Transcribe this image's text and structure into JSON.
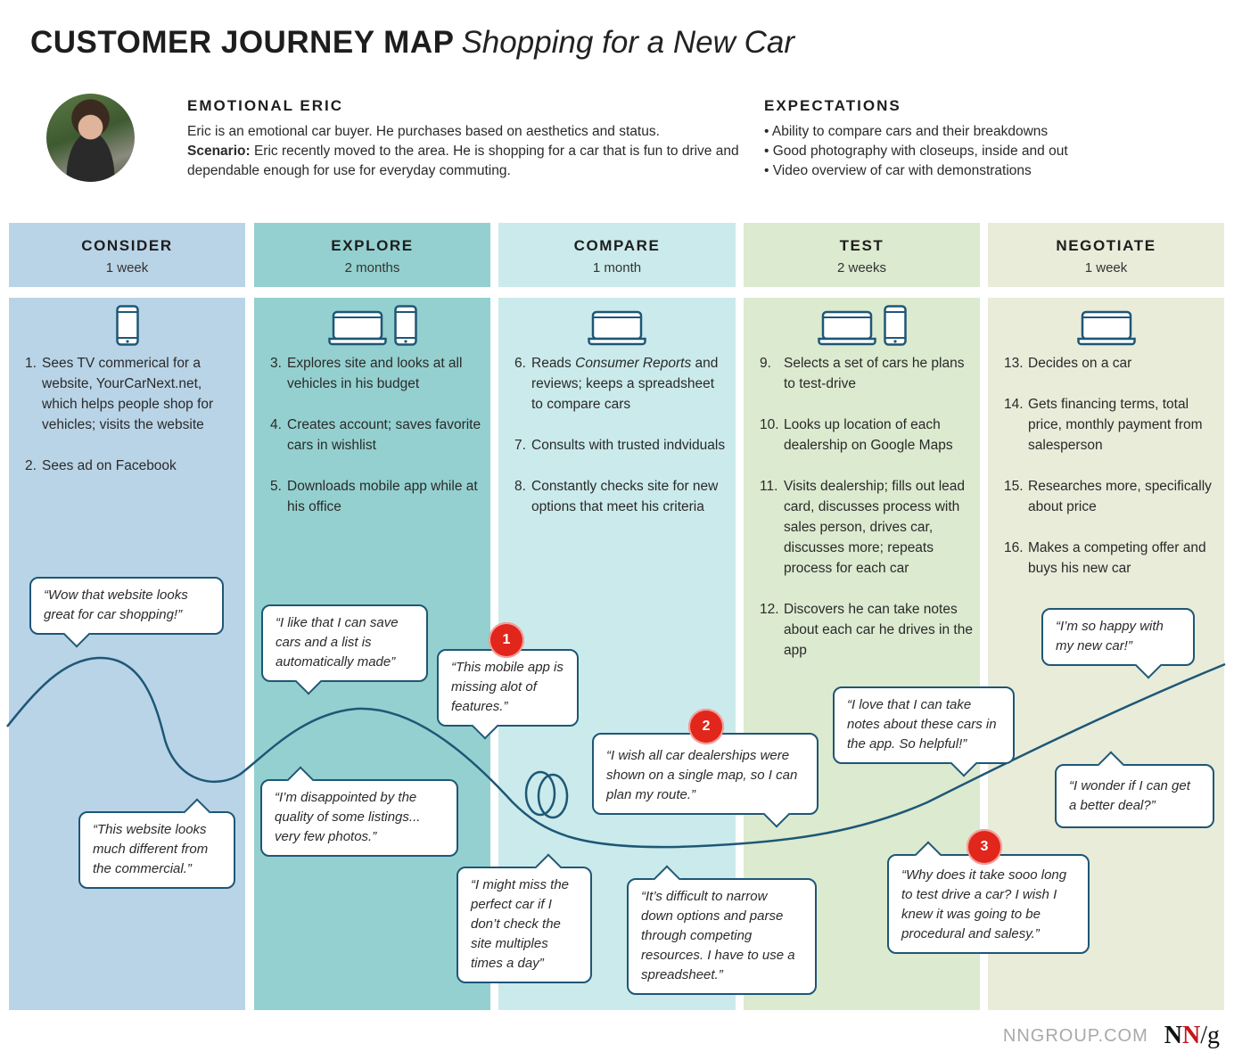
{
  "header": {
    "title_main": "CUSTOMER JOURNEY MAP",
    "title_sub": "Shopping for a New Car"
  },
  "persona": {
    "name": "EMOTIONAL ERIC",
    "description": "Eric is an emotional car buyer. He purchases based on aesthetics and status.",
    "scenario_label": "Scenario:",
    "scenario_text": " Eric recently moved to the area. He is shopping for a car that is fun to drive and dependable enough for use for everyday commuting."
  },
  "expectations": {
    "title": "EXPECTATIONS",
    "items": [
      "Ability to compare cars and their breakdowns",
      "Good photography with closeups, inside and out",
      "Video overview of car with demonstrations"
    ]
  },
  "colors": {
    "consider": "#b9d4e7",
    "explore": "#94d0cf",
    "compare": "#cbeaeb",
    "test": "#dceacf",
    "negotiate": "#e8ecd9",
    "line": "#1e5776",
    "pain_point": "#e1261c"
  },
  "phases": [
    {
      "name": "CONSIDER",
      "duration": "1 week",
      "devices": [
        "phone"
      ],
      "steps": [
        {
          "num": "1.",
          "text": "Sees TV commerical for a website, YourCarNext.net, which helps people shop for vehicles; visits the website"
        },
        {
          "num": "2.",
          "text": "Sees ad on Facebook"
        }
      ]
    },
    {
      "name": "EXPLORE",
      "duration": "2 months",
      "devices": [
        "laptop",
        "phone"
      ],
      "steps": [
        {
          "num": "3.",
          "text": "Explores site and looks at all vehicles in his budget"
        },
        {
          "num": "4.",
          "text": "Creates account; saves favorite cars in wishlist"
        },
        {
          "num": "5.",
          "text": "Downloads mobile app while at his office"
        }
      ]
    },
    {
      "name": "COMPARE",
      "duration": "1 month",
      "devices": [
        "laptop"
      ],
      "steps": [
        {
          "num": "6.",
          "text_before": "Reads ",
          "text_italic": "Consumer Reports",
          "text": " and reviews; keeps a spreadsheet to compare cars"
        },
        {
          "num": "7.",
          "text": "Consults with trusted indviduals"
        },
        {
          "num": "8.",
          "text": "Constantly checks site for new options that meet his criteria"
        }
      ]
    },
    {
      "name": "TEST",
      "duration": "2 weeks",
      "devices": [
        "laptop",
        "phone"
      ],
      "steps": [
        {
          "num": "9.",
          "text": "Selects a set of cars he plans to test-drive"
        },
        {
          "num": "10.",
          "text": "Looks up location of each dealership on Google Maps"
        },
        {
          "num": "11.",
          "text": "Visits dealership; fills out lead card, discusses process with sales person, drives car, discusses more; repeats process for each car"
        },
        {
          "num": "12.",
          "text": "Discovers he can take notes about each car he drives in the app"
        }
      ]
    },
    {
      "name": "NEGOTIATE",
      "duration": "1 week",
      "devices": [
        "laptop"
      ],
      "steps": [
        {
          "num": "13.",
          "text": "Decides on a car"
        },
        {
          "num": "14.",
          "text": "Gets financing terms, total price, monthly payment from salesperson"
        },
        {
          "num": "15.",
          "text": "Researches more, specifically about price"
        },
        {
          "num": "16.",
          "text": "Makes a competing offer and buys his new car"
        }
      ]
    }
  ],
  "quotes": [
    {
      "phase": "CONSIDER",
      "sentiment": "positive",
      "text": "“Wow that website looks great for car shopping!”"
    },
    {
      "phase": "CONSIDER",
      "sentiment": "negative",
      "text": "“This website looks much different from the commercial.”"
    },
    {
      "phase": "EXPLORE",
      "sentiment": "positive",
      "text": "“I like that I can save cars and a list is automatically made”"
    },
    {
      "phase": "EXPLORE",
      "sentiment": "negative",
      "text": "“I’m disappointed by the quality of some listings... very few photos.”"
    },
    {
      "phase": "EXPLORE",
      "sentiment": "negative",
      "pain_point": "1",
      "text": "“This mobile app is missing alot of features.”"
    },
    {
      "phase": "COMPARE",
      "sentiment": "negative",
      "text": "“I might miss the perfect car if I don’t check the site multiples times a day”"
    },
    {
      "phase": "COMPARE",
      "sentiment": "negative",
      "text": "“It’s difficult to narrow down options and parse through competing resources. I have to use a spreadsheet.”"
    },
    {
      "phase": "COMPARE",
      "sentiment": "negative",
      "pain_point": "2",
      "text": "“I wish all car dealerships were shown on a single map, so I can plan my route.”"
    },
    {
      "phase": "TEST",
      "sentiment": "positive",
      "text": "“I love that I can take notes about these cars in the app. So helpful!”"
    },
    {
      "phase": "TEST",
      "sentiment": "negative",
      "pain_point": "3",
      "text": "“Why does it take sooo long to test drive a car? I wish I knew it was going to be procedural and salesy.”"
    },
    {
      "phase": "NEGOTIATE",
      "sentiment": "positive",
      "text": "“I’m so happy with my new car!”"
    },
    {
      "phase": "NEGOTIATE",
      "sentiment": "neutral",
      "text": "“I wonder if I can get a better deal?”"
    }
  ],
  "footer": {
    "site": "NNGROUP.COM",
    "logo_n1": "N",
    "logo_n2": "N",
    "logo_g": "/g"
  }
}
